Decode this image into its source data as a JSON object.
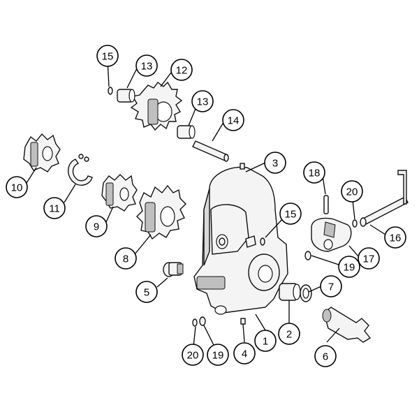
{
  "diagram": {
    "callouts": [
      {
        "label": "1"
      },
      {
        "label": "2"
      },
      {
        "label": "3"
      },
      {
        "label": "4"
      },
      {
        "label": "5"
      },
      {
        "label": "6"
      },
      {
        "label": "7"
      },
      {
        "label": "8"
      },
      {
        "label": "9"
      },
      {
        "label": "10"
      },
      {
        "label": "11"
      },
      {
        "label": "12"
      },
      {
        "label": "13"
      },
      {
        "label": "13"
      },
      {
        "label": "14"
      },
      {
        "label": "15"
      },
      {
        "label": "15"
      },
      {
        "label": "16"
      },
      {
        "label": "17"
      },
      {
        "label": "18"
      },
      {
        "label": "19"
      },
      {
        "label": "19"
      },
      {
        "label": "20"
      },
      {
        "label": "20"
      }
    ]
  }
}
